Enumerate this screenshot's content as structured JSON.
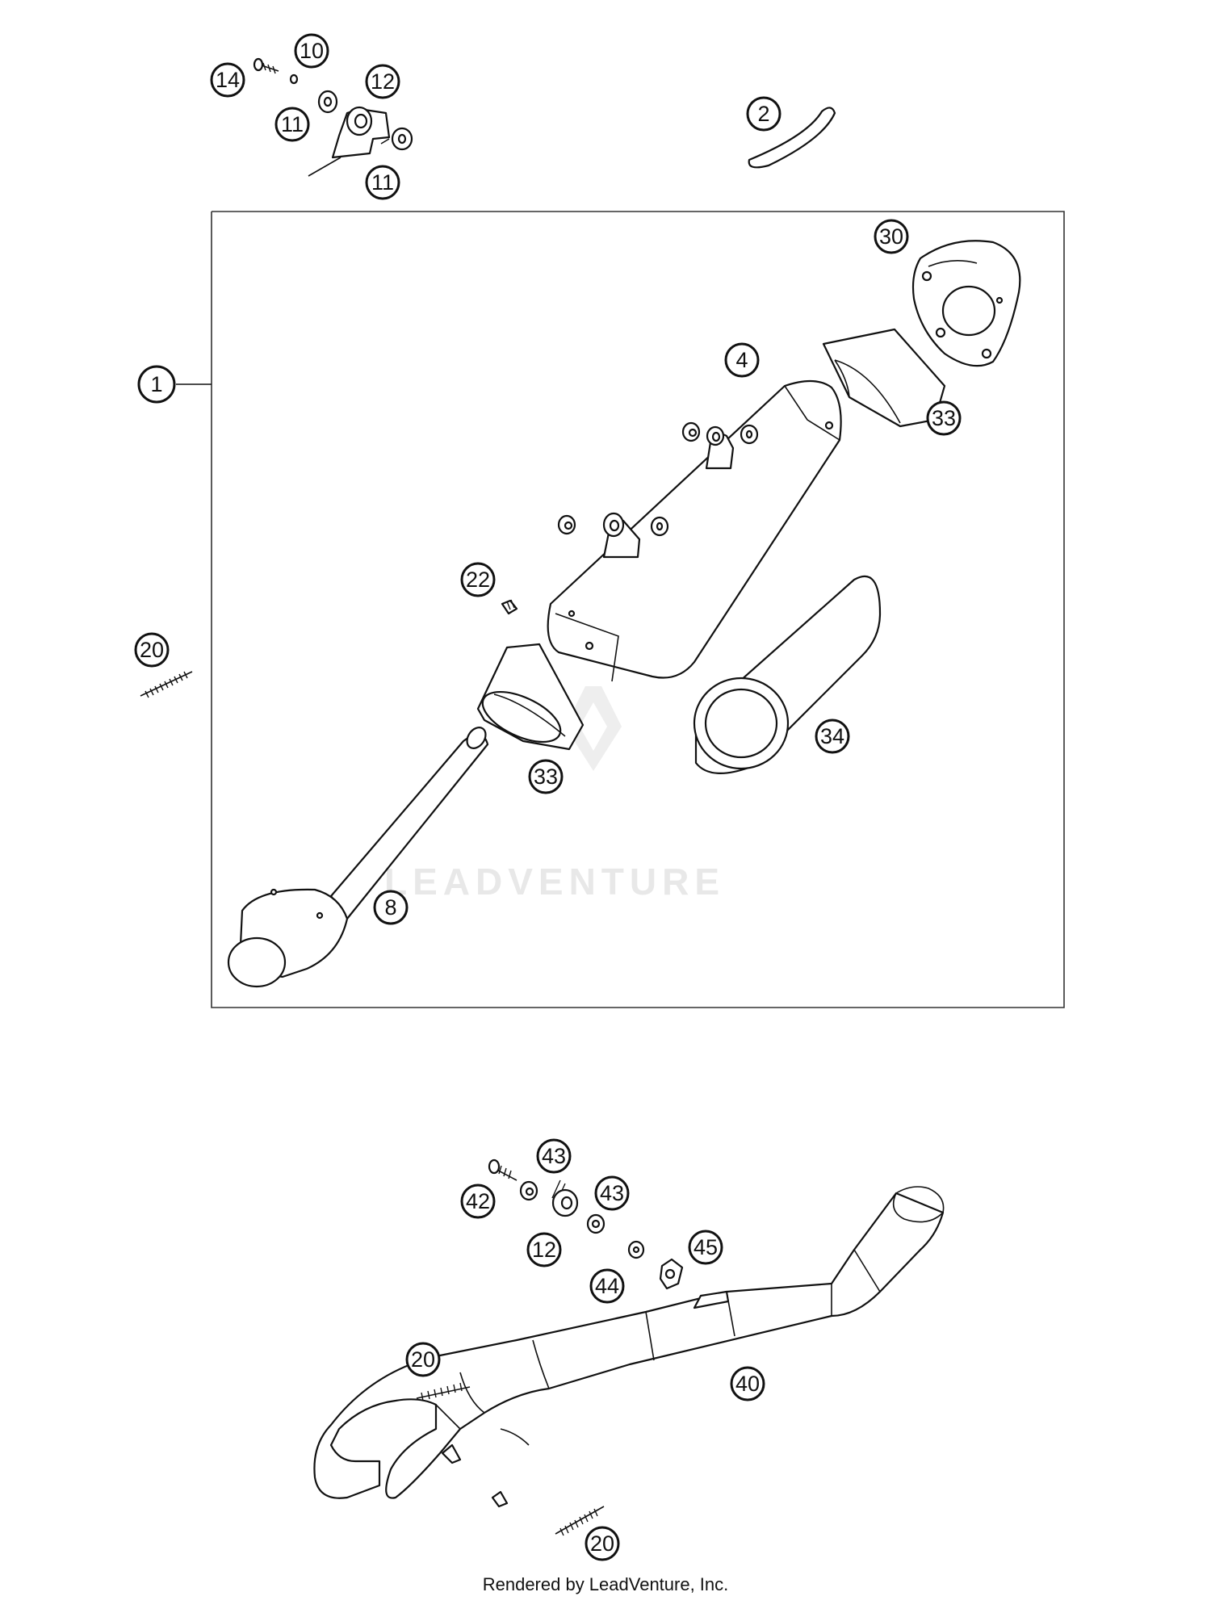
{
  "watermark": "LEADVENTURE",
  "credit": "Rendered by LeadVenture, Inc.",
  "callouts": {
    "c14": "14",
    "c10": "10",
    "c12a": "12",
    "c11a": "11",
    "c11b": "11",
    "c2": "2",
    "c1": "1",
    "c30": "30",
    "c4": "4",
    "c33a": "33",
    "c22": "22",
    "c20a": "20",
    "c34": "34",
    "c33b": "33",
    "c8": "8",
    "c43a": "43",
    "c42": "42",
    "c43b": "43",
    "c12b": "12",
    "c45": "45",
    "c44": "44",
    "c20b": "20",
    "c40": "40",
    "c20c": "20"
  }
}
